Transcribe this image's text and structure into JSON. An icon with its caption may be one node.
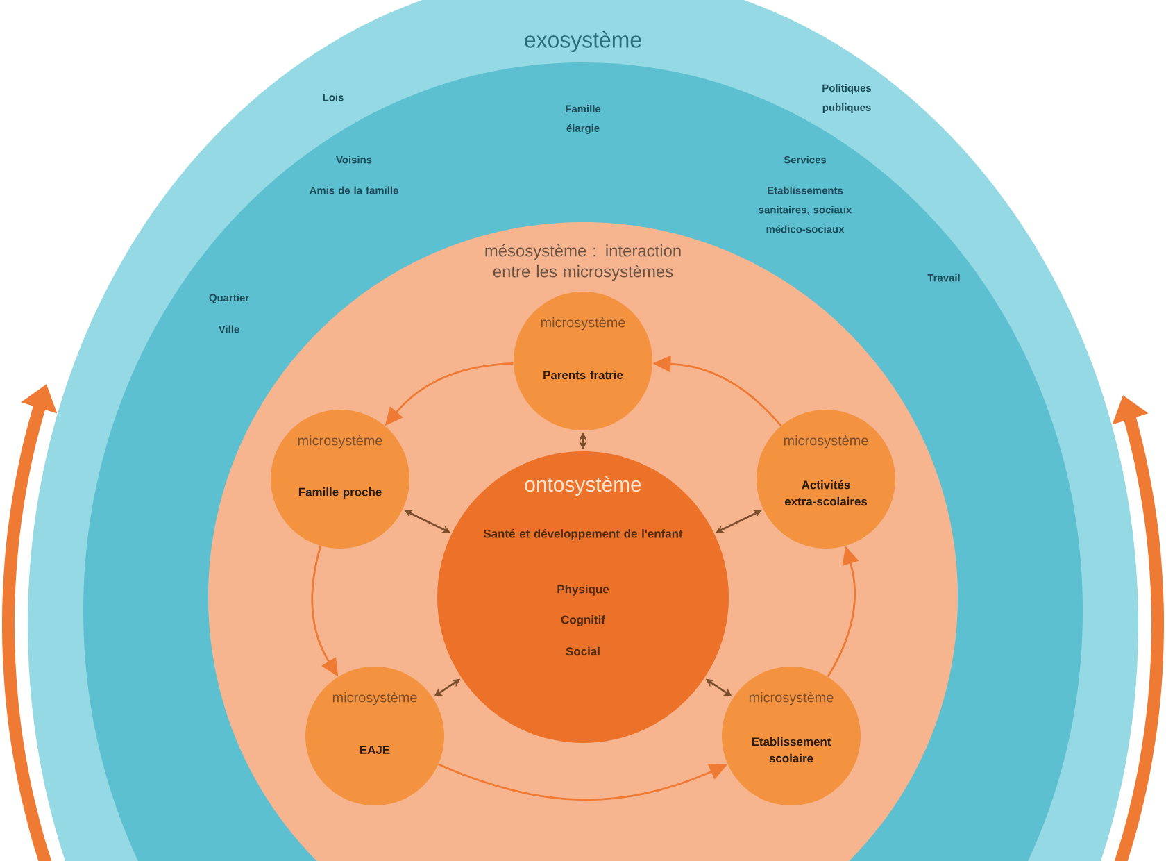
{
  "diagram": {
    "nodes": [
      {
        "text": [],
        "shape": "circle"
      },
      {
        "text": [
          "exosystème"
        ],
        "in": 0
      },
      {
        "text": [
          "mésosystème : interaction entre les microsystèmes"
        ],
        "in": 1
      },
      {
        "text": [
          "ontosystème",
          "Santé et développement de l'enfant",
          "Physique",
          "Cognitif",
          "Social"
        ],
        "in": 2
      },
      {
        "text": [
          "microsystème",
          "Parents fratrie"
        ],
        "in": 2
      },
      {
        "text": [
          "microsystème",
          "Famille proche"
        ],
        "in": 2
      },
      {
        "text": [
          "microsystème",
          "Activités extra-scolaires"
        ],
        "in": 2
      },
      {
        "text": [
          "microsystème",
          "EAJE"
        ],
        "in": 2
      },
      {
        "text": [
          "microsystème",
          "Etablissement scolaire"
        ],
        "in": 2
      }
    ],
    "edges": [
      {
        "from": 4,
        "to": 5,
        "arrow": "to"
      },
      {
        "from": 5,
        "to": 7,
        "arrow": "to"
      },
      {
        "from": 7,
        "to": 8,
        "arrow": "to"
      },
      {
        "from": 8,
        "to": 6,
        "arrow": "to"
      },
      {
        "from": 6,
        "to": 4,
        "arrow": "to"
      },
      {
        "from": 3,
        "to": 4,
        "arrow": "both",
        "color": "#7b4f2c"
      },
      {
        "from": 3,
        "to": 5,
        "arrow": "both",
        "color": "#7b4f2c"
      },
      {
        "from": 3,
        "to": 6,
        "arrow": "both",
        "color": "#7b4f2c"
      },
      {
        "from": 3,
        "to": 7,
        "arrow": "both",
        "color": "#7b4f2c"
      },
      {
        "from": 3,
        "to": 8,
        "arrow": "both",
        "color": "#7b4f2c"
      }
    ],
    "labels": [
      "Lois",
      "Famille élargie",
      "Politiques publiques",
      "Voisins",
      "Services",
      "Amis de la famille",
      "Etablissements sanitaires, sociaux médico-sociaux",
      "Travail",
      "Quartier",
      "Ville"
    ]
  }
}
